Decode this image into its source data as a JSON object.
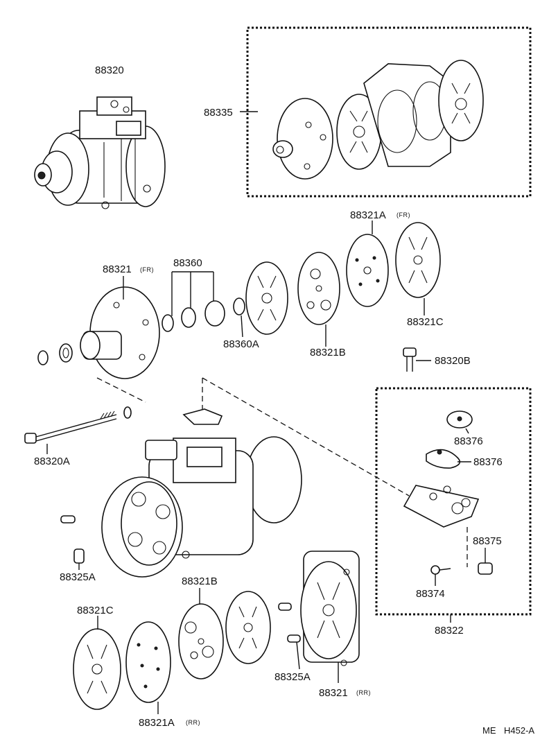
{
  "labels": {
    "compressor_assy": "88320",
    "cylinder_set": "88335",
    "front_housing": "88321",
    "front_housing_tag": "(FR)",
    "seal_kit": "88360",
    "ring": "88360A",
    "valve_plate_b_upper": "88321B",
    "valve_plate_a_upper": "88321A",
    "valve_plate_a_upper_tag": "(FR)",
    "valve_plate_c_upper": "88321C",
    "through_bolt": "88320A",
    "bolt_b": "88320B",
    "cover_1": "88376",
    "cover_2": "88376",
    "valve_assy": "88322",
    "switch": "88375",
    "screw": "88374",
    "pin_left": "88325A",
    "pin_right": "88325A",
    "valve_plate_c_lower": "88321C",
    "valve_plate_b_lower": "88321B",
    "valve_plate_a_lower": "88321A",
    "valve_plate_a_lower_tag": "(RR)",
    "rear_housing": "88321",
    "rear_housing_tag": "(RR)"
  },
  "footer": {
    "code_left": "ME",
    "code_right": "H452-A"
  }
}
